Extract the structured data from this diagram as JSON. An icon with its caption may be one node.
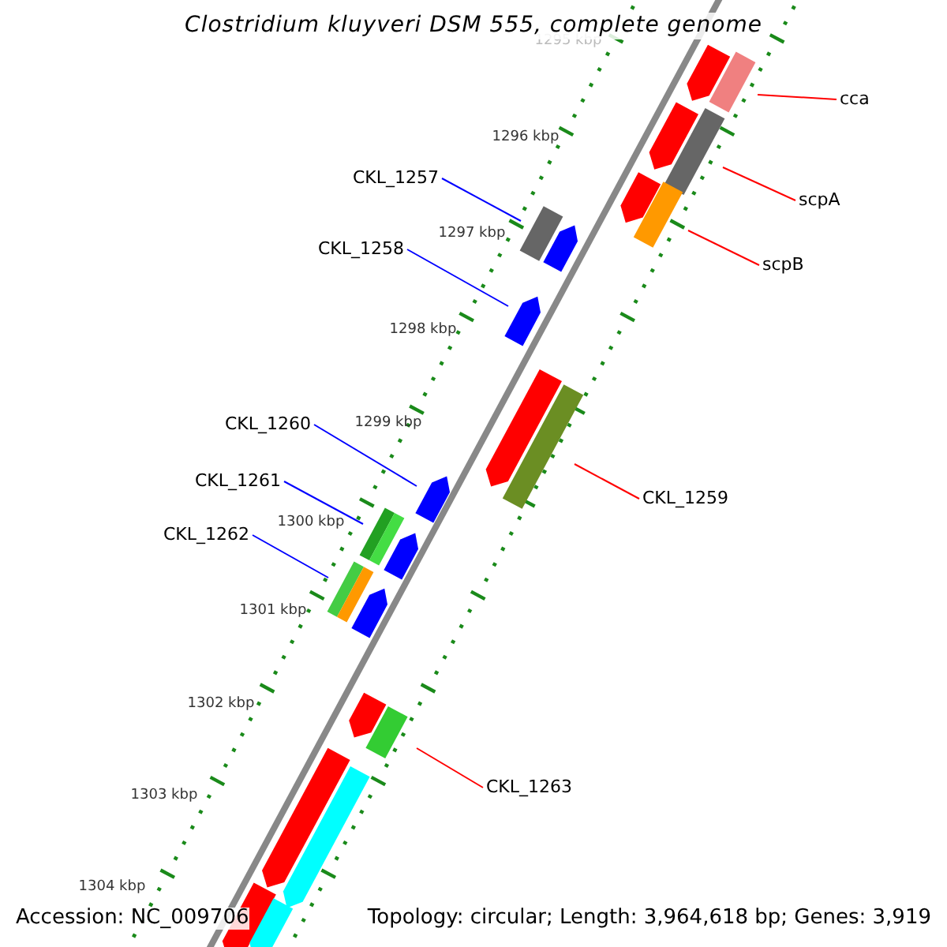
{
  "diagram": {
    "title": "Clostridium kluyveri DSM 555, complete genome",
    "nodes": [
      {
        "text": [
          "cca"
        ]
      },
      {
        "text": [
          "scpA"
        ]
      },
      {
        "text": [
          "CKL_1257"
        ]
      },
      {
        "text": [
          "CKL_1258"
        ]
      },
      {
        "text": [
          "scpB"
        ]
      },
      {
        "text": [
          "CKL_1260"
        ]
      },
      {
        "text": [
          "CKL_1261"
        ]
      },
      {
        "text": [
          "CKL_1259"
        ]
      },
      {
        "text": [
          "CKL_1262"
        ]
      },
      {
        "text": [
          "CKL_1263"
        ]
      },
      {
        "text": [],
        "shape": "pentagon"
      },
      {
        "text": [],
        "shape": "bar"
      },
      {
        "text": [],
        "shape": "pentagon"
      },
      {
        "text": [],
        "shape": "bar"
      },
      {
        "text": [],
        "shape": "pentagon"
      },
      {
        "text": [],
        "shape": "bar"
      },
      {
        "text": [],
        "shape": "bar"
      },
      {
        "text": [],
        "shape": "pentagon"
      },
      {
        "text": [],
        "shape": "pentagon"
      },
      {
        "text": [],
        "shape": "pentagon"
      },
      {
        "text": [],
        "shape": "bar"
      },
      {
        "text": [],
        "shape": "pentagon"
      },
      {
        "text": [],
        "shape": "bar"
      },
      {
        "text": [],
        "shape": "pentagon"
      },
      {
        "text": [],
        "shape": "bar"
      },
      {
        "text": [],
        "shape": "pentagon"
      },
      {
        "text": [],
        "shape": "pentagon"
      },
      {
        "text": [],
        "shape": "bar"
      },
      {
        "text": [],
        "shape": "pentagon"
      },
      {
        "text": [],
        "shape": "pentagon"
      },
      {
        "text": [],
        "shape": "pentagon"
      },
      {
        "text": [],
        "shape": "pentagon"
      }
    ],
    "edges": [
      {
        "from": 0,
        "to": 11,
        "arrow": "none",
        "color": "#ff0000"
      },
      {
        "from": 1,
        "to": 13,
        "arrow": "none",
        "color": "#ff0000"
      },
      {
        "from": 2,
        "to": 16,
        "arrow": "none",
        "color": "#0000ff"
      },
      {
        "from": 3,
        "to": 18,
        "arrow": "none",
        "color": "#0000ff"
      },
      {
        "from": 4,
        "to": 15,
        "arrow": "none",
        "color": "#ff0000"
      },
      {
        "from": 5,
        "to": 21,
        "arrow": "none",
        "color": "#0000ff"
      },
      {
        "from": 6,
        "to": 22,
        "arrow": "none",
        "color": "#0000ff"
      },
      {
        "from": 7,
        "to": 20,
        "arrow": "none",
        "color": "#ff0000"
      },
      {
        "from": 8,
        "to": 24,
        "arrow": "none",
        "color": "#0000ff"
      },
      {
        "from": 9,
        "to": 27,
        "arrow": "none",
        "color": "#ff0000"
      }
    ],
    "labels": [
      "1295 kbp",
      "1296 kbp",
      "1297 kbp",
      "1298 kbp",
      "1299 kbp",
      "1300 kbp",
      "1301 kbp",
      "1302 kbp",
      "1303 kbp",
      "1304 kbp",
      "Accession: NC_009706",
      "Topology: circular; Length: 3,964,618 bp; Genes: 3,919"
    ]
  }
}
